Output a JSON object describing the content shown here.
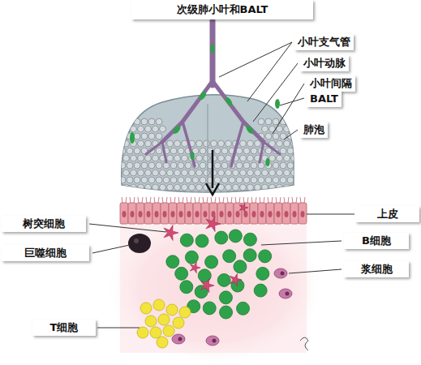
{
  "diagram": {
    "title": "次级肺小叶和BALT",
    "labels": [
      "小叶支气管",
      "小叶动脉",
      "小叶间隔",
      "BALT",
      "肺泡",
      "上皮",
      "树突细胞",
      "巨噬细胞",
      "B细胞",
      "浆细胞",
      "T细胞"
    ]
  }
}
